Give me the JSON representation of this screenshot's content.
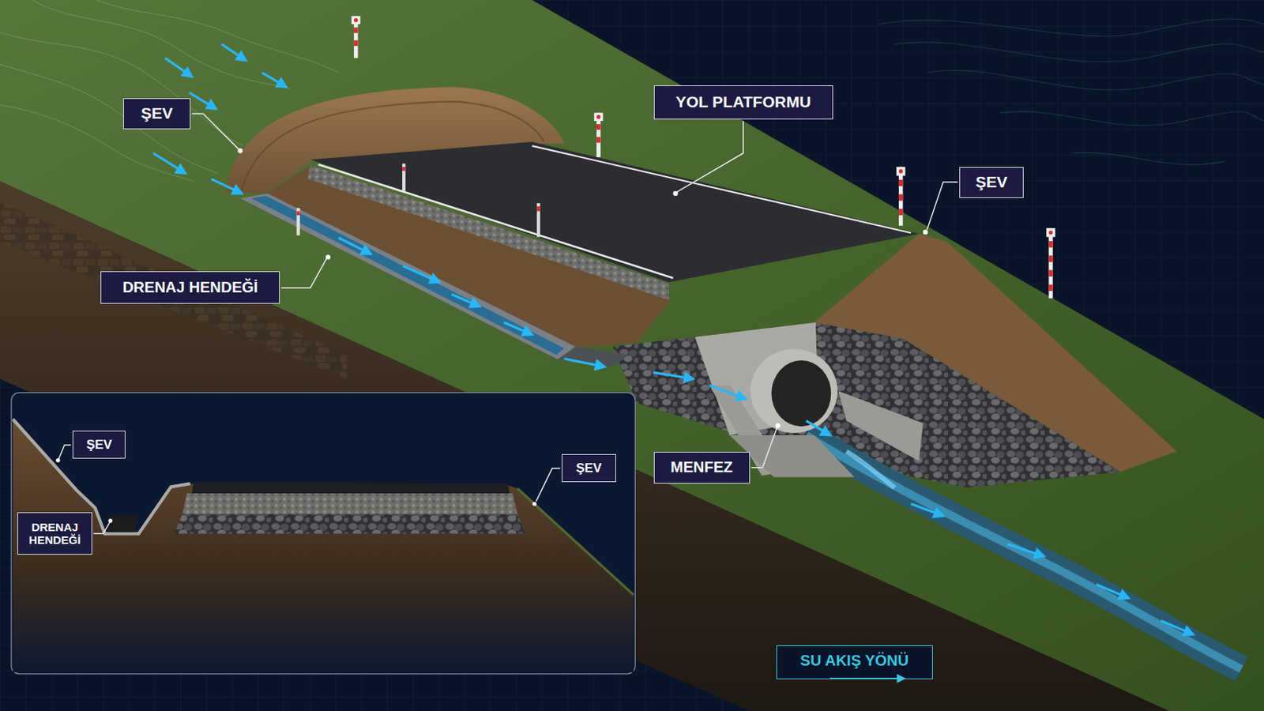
{
  "diagram": {
    "nodes": [
      {
        "text": [
          "YOL PLATFORMU"
        ]
      },
      {
        "text": [
          "ŞEV"
        ]
      },
      {
        "text": [
          "ŞEV"
        ]
      },
      {
        "text": [
          "DRENAJ HENDEĞİ"
        ]
      },
      {
        "text": [
          "ŞEV"
        ]
      },
      {
        "text": [
          "MENFEZ"
        ]
      },
      {
        "text": [
          "ŞEV"
        ]
      },
      {
        "text": [
          "DRENAJ HENDEĞİ"
        ]
      }
    ],
    "legend": [
      {
        "text": "SU AKIŞ YÖNÜ"
      }
    ]
  }
}
